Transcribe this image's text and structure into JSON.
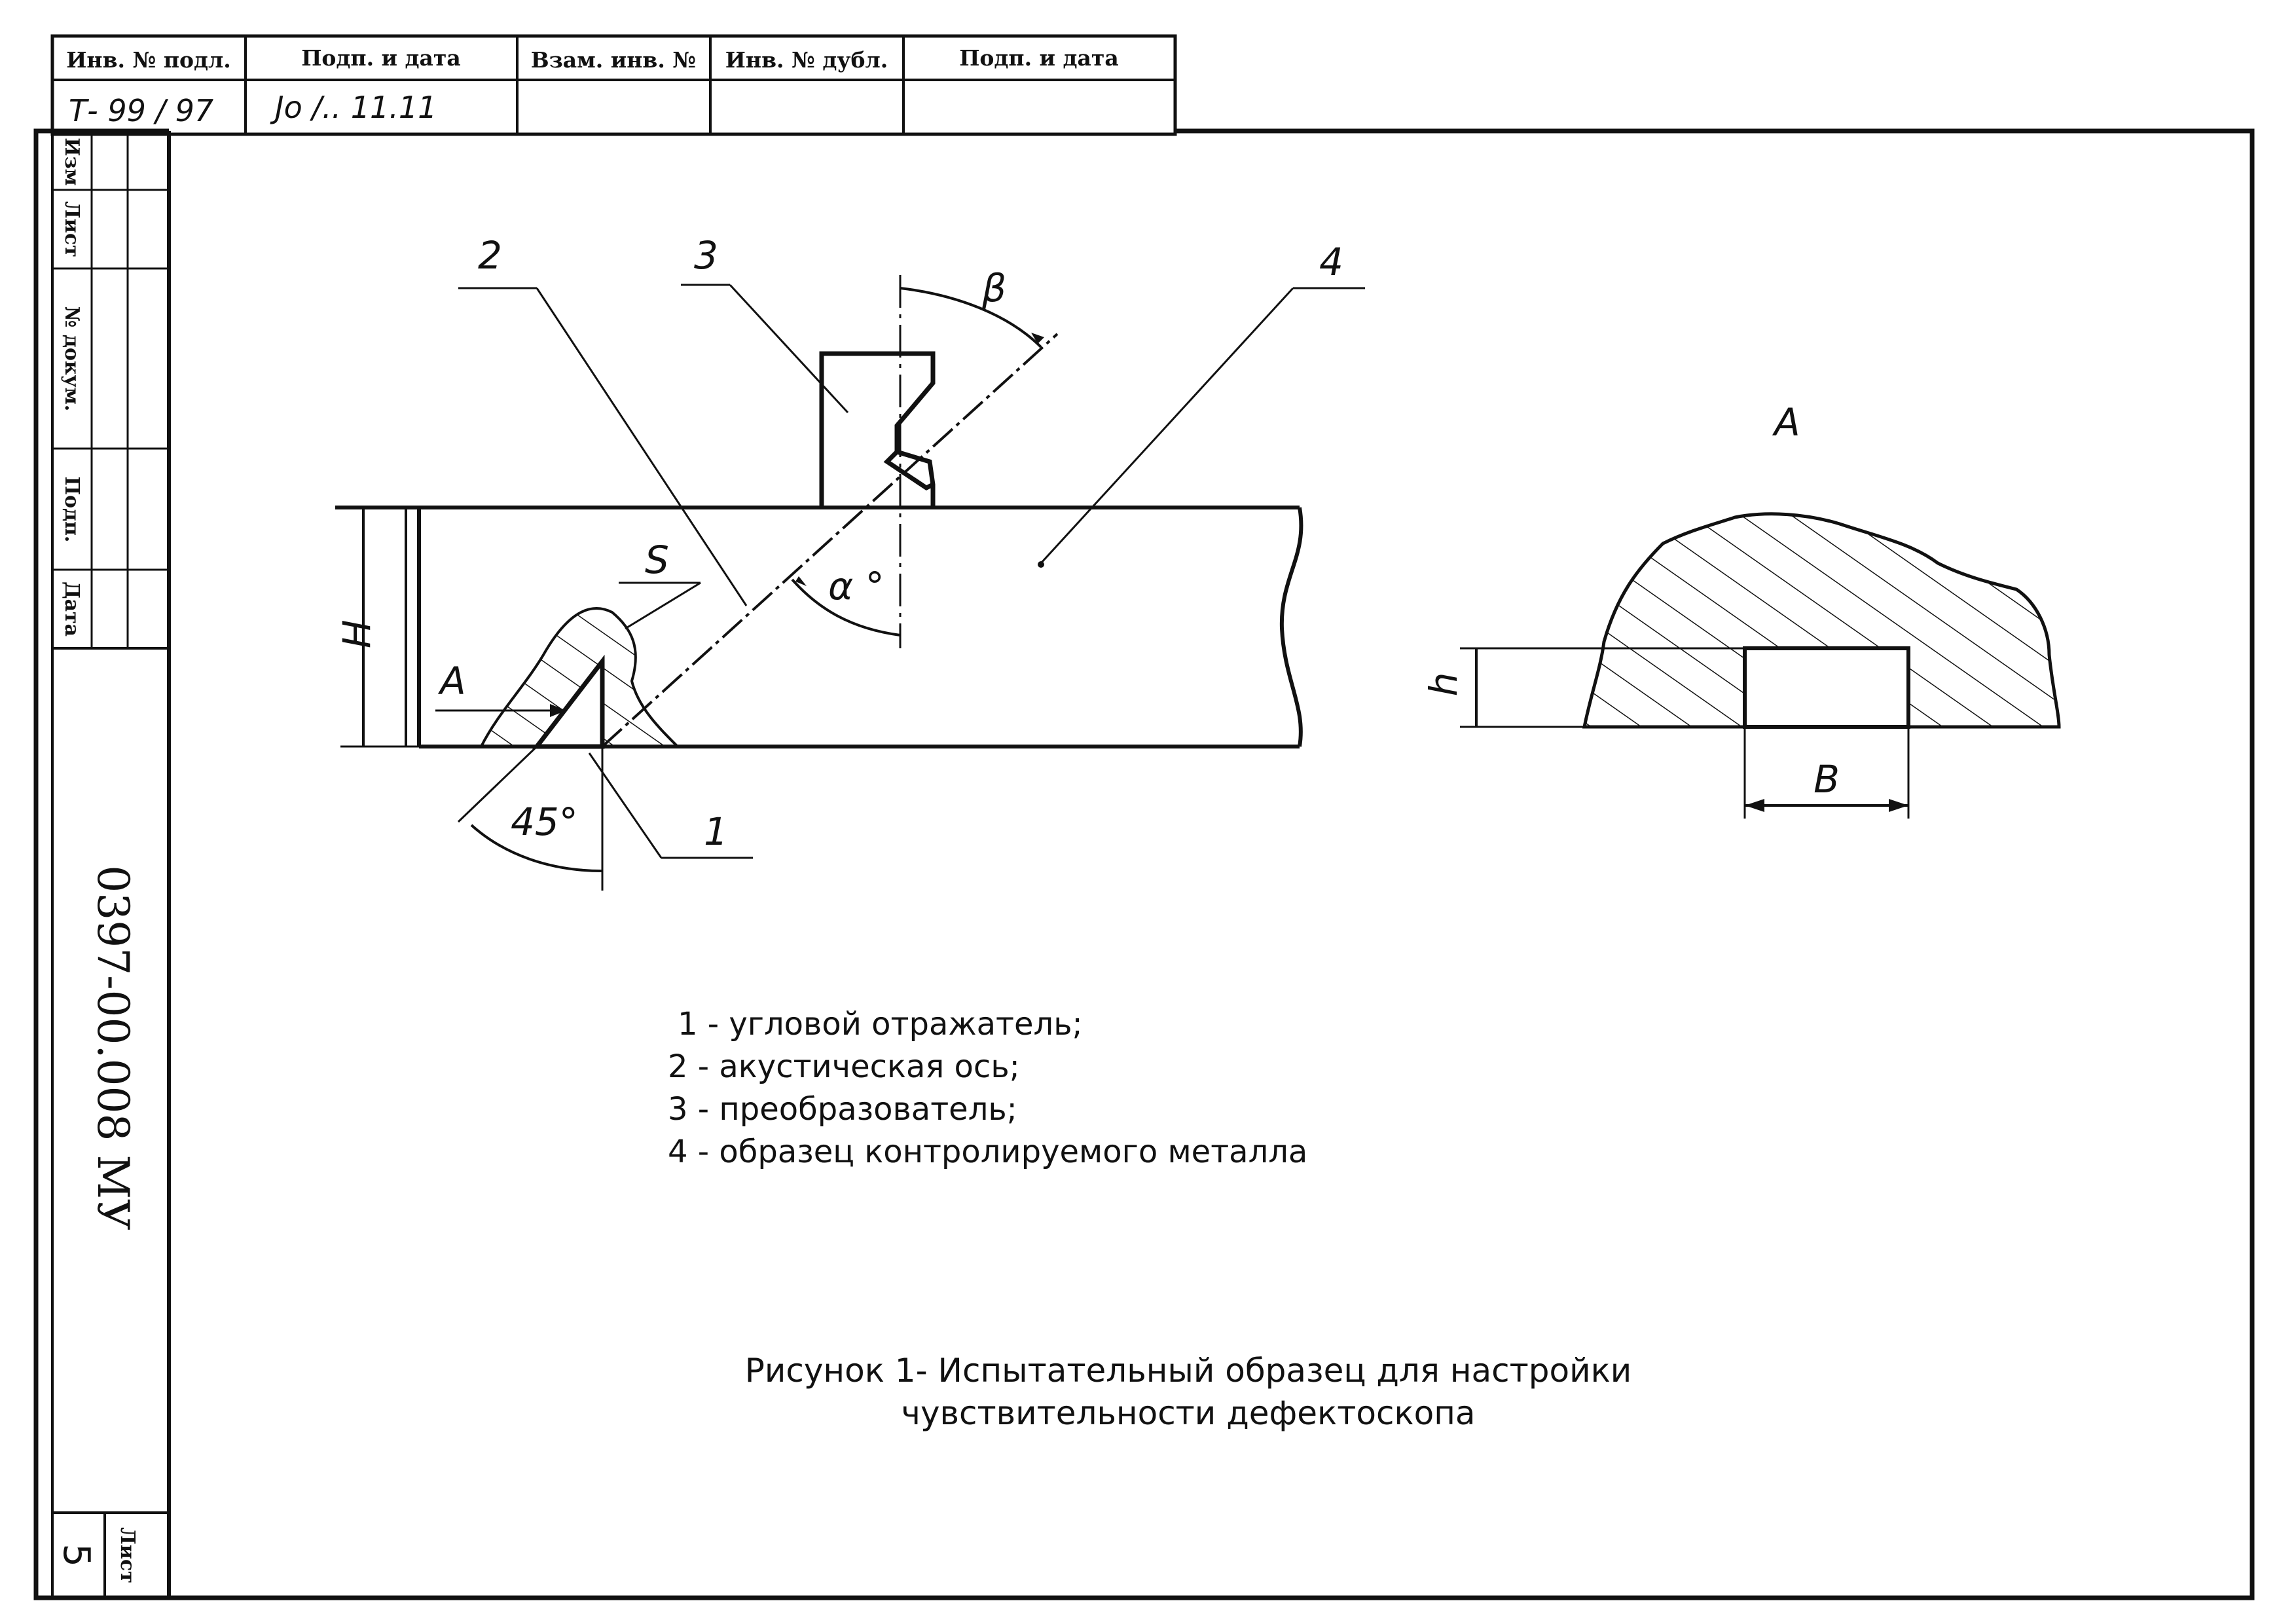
{
  "stamp": {
    "headers": [
      "Инв. № подл.",
      "Подп. и дата",
      "Взам. инв. №",
      "Инв. № дубл.",
      "Подп. и дата"
    ],
    "values": [
      "Т- 99 / 97",
      "Jo /.. 11.11",
      "",
      "",
      ""
    ]
  },
  "side_stamp": {
    "labels": [
      "Изм",
      "Лист",
      "№ докум.",
      "Подп.",
      "Дата"
    ],
    "document_number": "0397-00.008 МУ",
    "sheet_label": "Лист",
    "sheet_number": "5"
  },
  "drawing": {
    "callouts": [
      "1",
      "2",
      "3",
      "4"
    ],
    "dimensions": {
      "thickness": "H",
      "beta": "β",
      "alpha": "α °",
      "angle_45": "45°",
      "s": "S",
      "section_mark": "A",
      "notch_h": "h",
      "notch_b": "B"
    },
    "view_title": "A"
  },
  "legend": [
    "1 - угловой отражатель;",
    "2 - акустическая ось;",
    "3 - преобразователь;",
    "4 - образец контролируемого металла"
  ],
  "caption": {
    "line1": "Рисунок 1- Испытательный образец для настройки",
    "line2": "чувствительности дефектоскопа"
  }
}
